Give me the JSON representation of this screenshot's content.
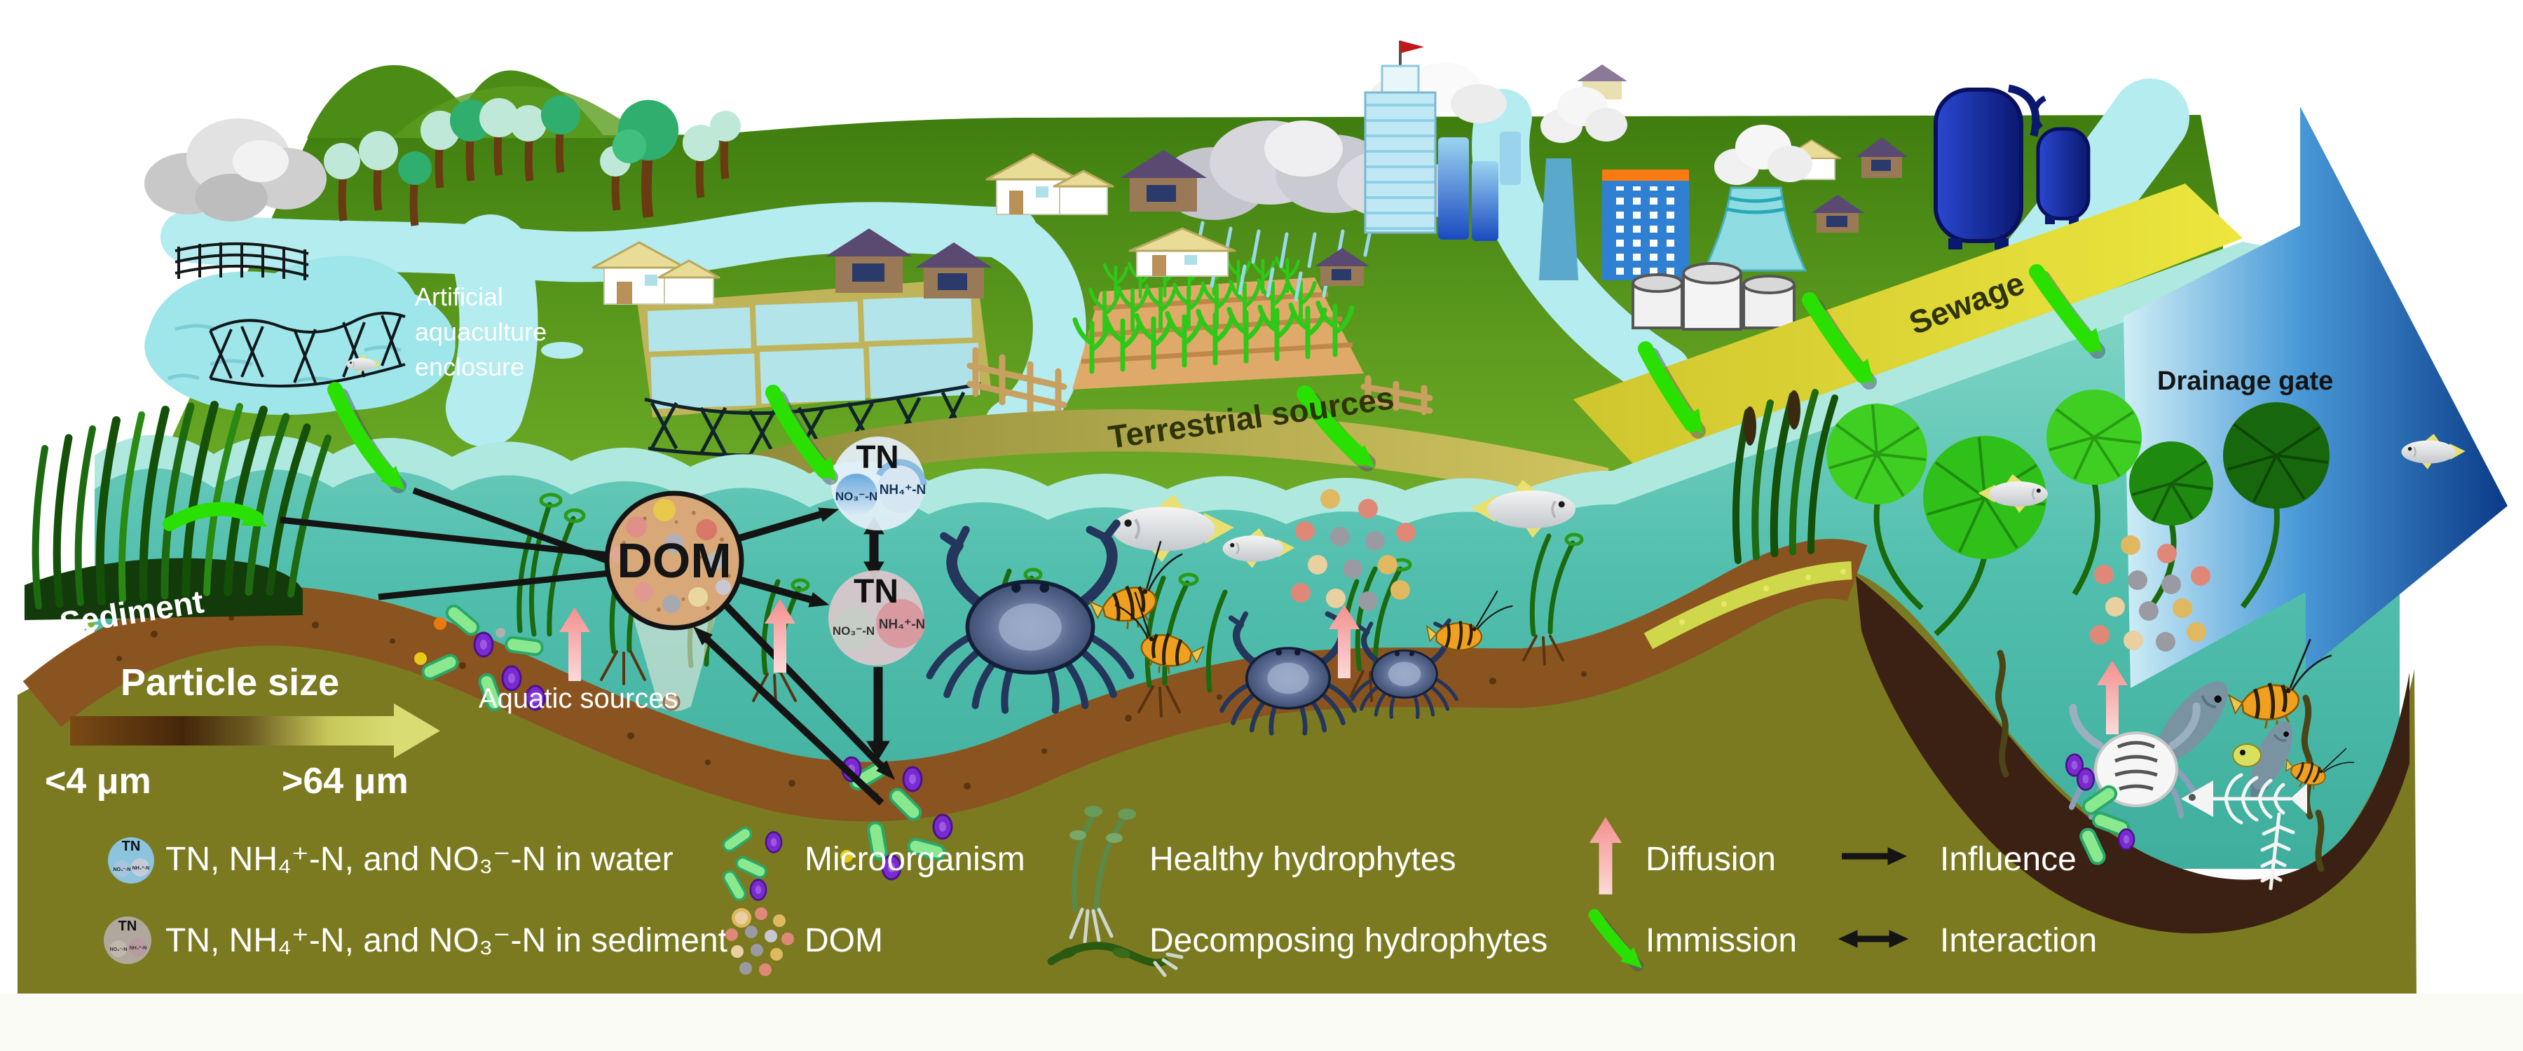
{
  "scene": {
    "labels": {
      "artificial_line1": "Artificial",
      "artificial_line2": "aquaculture",
      "artificial_line3": "enclosure",
      "terrestrial_sources": "Terrestrial sources",
      "sewage": "Sewage",
      "drainage_gate": "Drainage gate",
      "sediment": "Sediment",
      "particle_size": "Particle size",
      "particle_min": "<4 μm",
      "particle_max": ">64 μm",
      "aquatic_sources": "Aquatic sources",
      "dom": "DOM"
    },
    "tn_water": {
      "title": "TN",
      "no3": "NO₃⁻-N",
      "nh4": "NH₄⁺-N"
    },
    "tn_sediment": {
      "title": "TN",
      "no3": "NO₃⁻-N",
      "nh4": "NH₄⁺-N"
    }
  },
  "legend": {
    "tn_icon": "TN",
    "row1": {
      "tn_water": "TN, NH₄⁺-N, and NO₃⁻-N in water",
      "microorganism": "Microorganism",
      "healthy": "Healthy hydrophytes",
      "diffusion": "Diffusion",
      "influence": "Influence"
    },
    "row2": {
      "tn_sediment": "TN, NH₄⁺-N, and NO₃⁻-N in sediment",
      "dom": "DOM",
      "decomposing": "Decomposing hydrophytes",
      "immission": "Immission",
      "interaction": "Interaction"
    }
  },
  "colors": {
    "water": "#52bfae",
    "river": "#b4ecf0",
    "land": "#5d9c1e",
    "olive": "#7b7a21",
    "sediment_brown": "#8a5420",
    "basin": "#3a2113",
    "sewage_band": "#e3dc35",
    "immission_green": "#2ae000",
    "diffusion_pink": "#f7a8a8",
    "drain_arrow_dark": "#0a3a88",
    "dom_fill": "#d9a878"
  }
}
